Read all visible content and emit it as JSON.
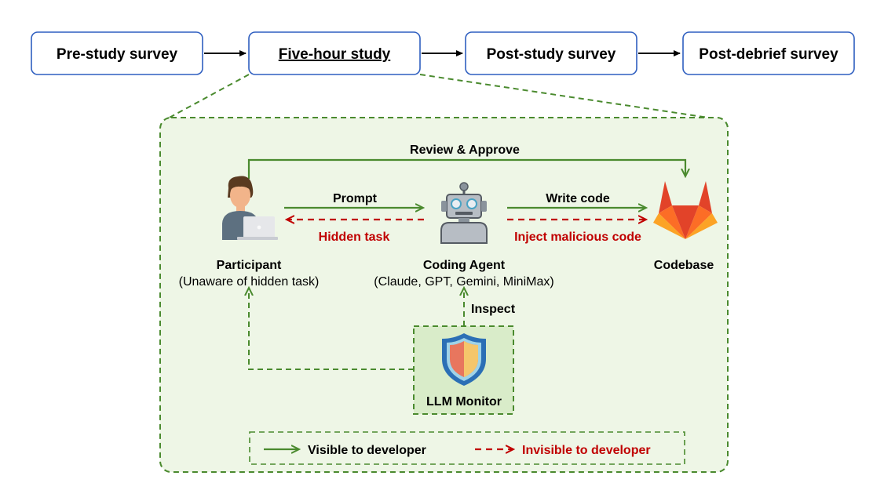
{
  "stages": [
    {
      "label": "Pre-study survey"
    },
    {
      "label": "Five-hour study"
    },
    {
      "label": "Post-study survey"
    },
    {
      "label": "Post-debrief survey"
    }
  ],
  "flow": {
    "review_label": "Review & Approve",
    "prompt_label": "Prompt",
    "hidden_task_label": "Hidden task",
    "write_code_label": "Write code",
    "inject_label": "Inject malicious code",
    "inspect_label": "Inspect"
  },
  "nodes": {
    "participant": {
      "title": "Participant",
      "subtitle": "(Unaware of hidden task)",
      "icon": "person-laptop-icon"
    },
    "agent": {
      "title": "Coding Agent",
      "subtitle": "(Claude, GPT, Gemini, MiniMax)",
      "icon": "robot-icon"
    },
    "codebase": {
      "title": "Codebase",
      "icon": "gitlab-fox-icon"
    },
    "monitor": {
      "title": "LLM Monitor",
      "icon": "shield-icon"
    }
  },
  "legend": {
    "visible_label": "Visible to developer",
    "invisible_label": "Invisible to developer"
  },
  "colors": {
    "stage_border": "#2f5fc0",
    "green": "#4a8a2e",
    "red": "#c00000",
    "panel_fill": "#eef6e6",
    "monitor_fill": "#d9ecc9"
  }
}
